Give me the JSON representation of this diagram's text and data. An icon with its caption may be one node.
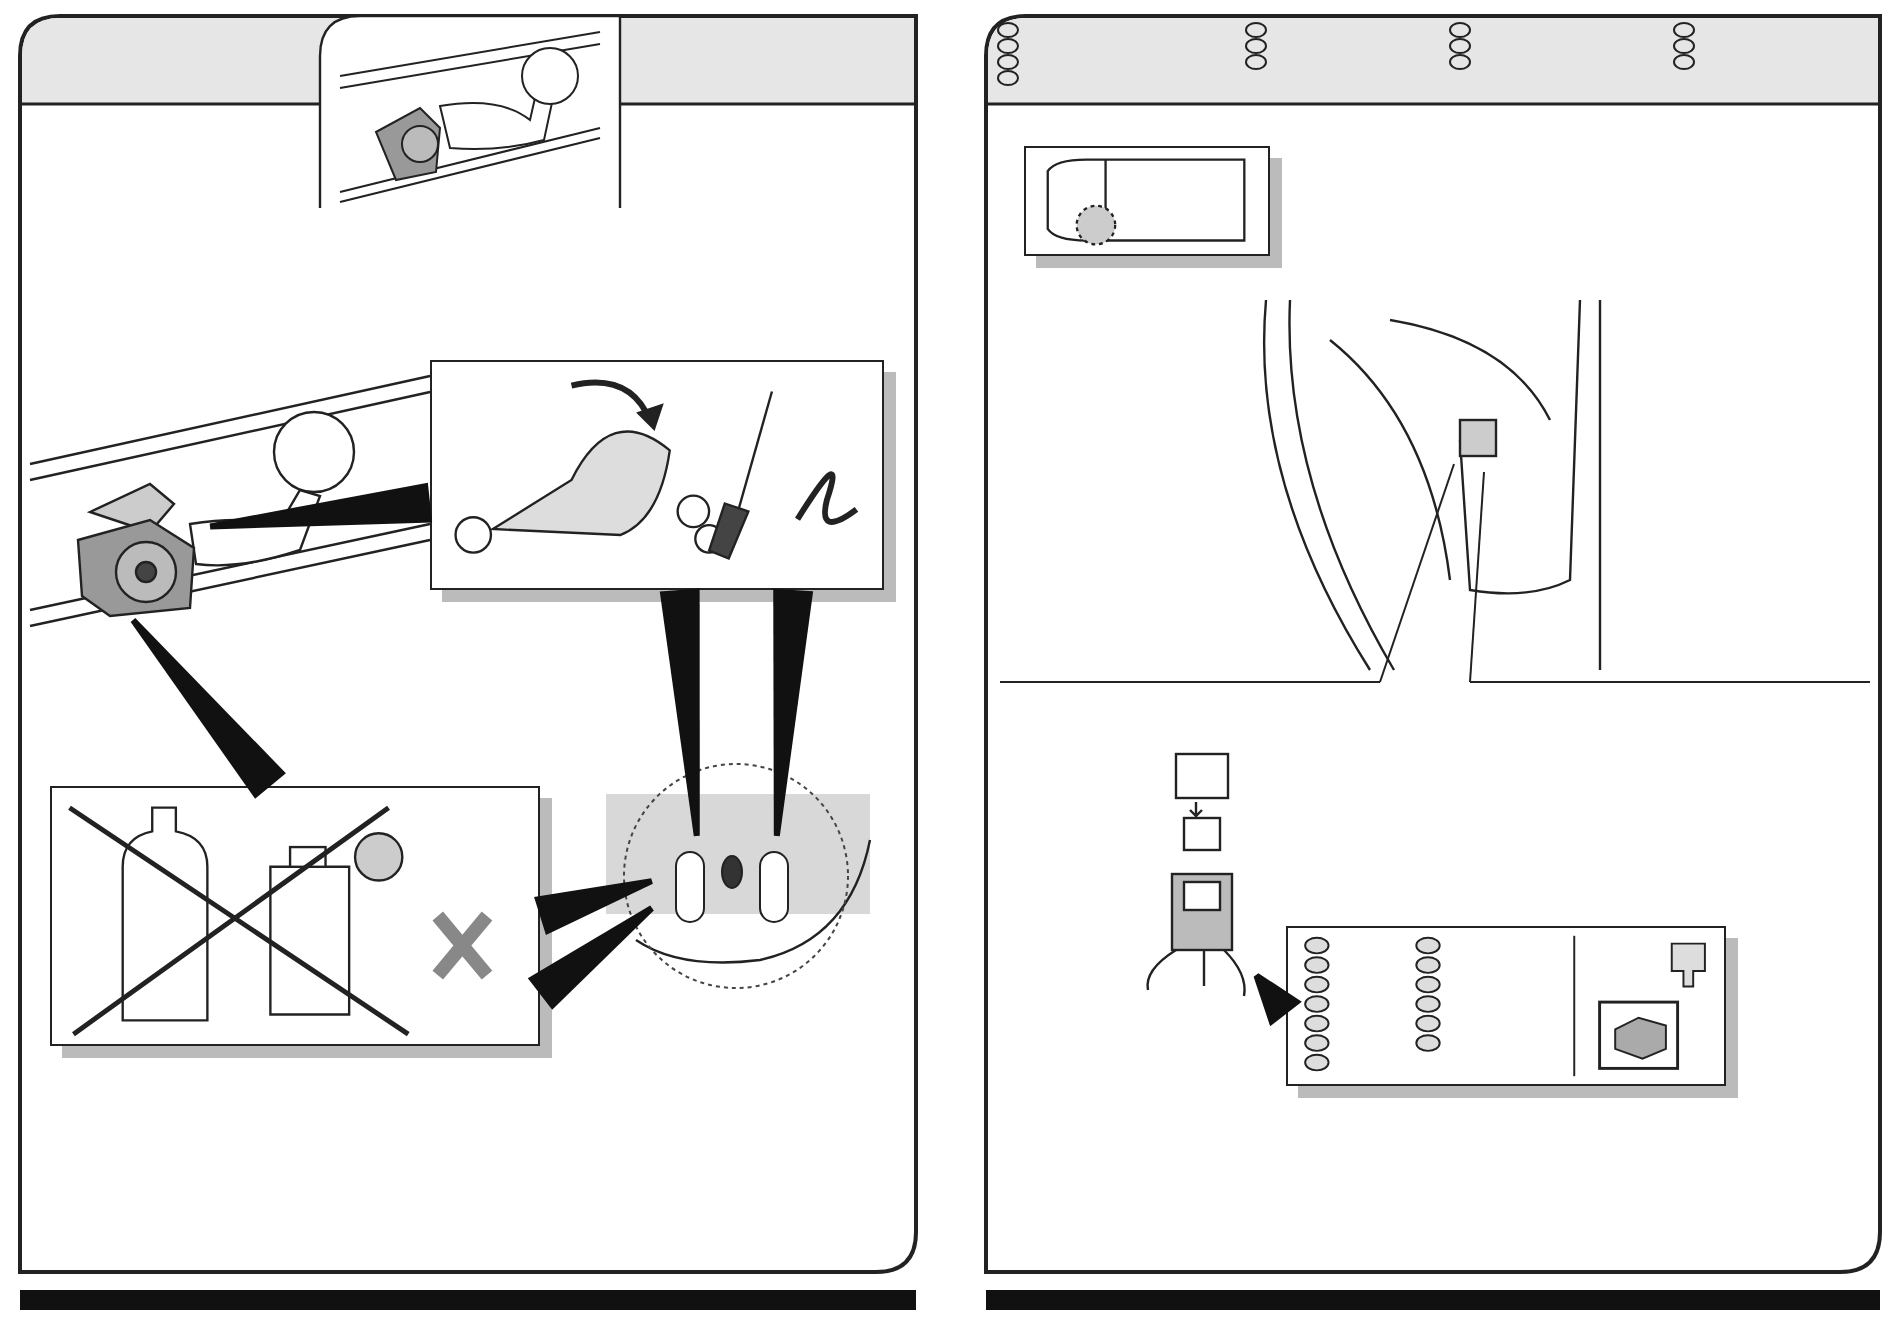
{
  "diagram": {
    "nodes": [
      {
        "text": [],
        "shape": "picture"
      },
      {
        "text": [],
        "shape": "picture"
      },
      {
        "text": [],
        "shape": "box"
      },
      {
        "text": [],
        "shape": "box"
      },
      {
        "text": [],
        "shape": "picture"
      },
      {
        "text": [],
        "shape": "box"
      },
      {
        "text": [],
        "shape": "picture"
      },
      {
        "text": [],
        "shape": "picture"
      },
      {
        "text": [],
        "shape": "box"
      }
    ],
    "edges": [
      {
        "from": 1,
        "to": 2,
        "arrow": "none"
      },
      {
        "from": 1,
        "to": 3,
        "arrow": "none"
      },
      {
        "from": 4,
        "to": 2,
        "arrow": "none"
      },
      {
        "from": 4,
        "to": 2,
        "arrow": "none"
      },
      {
        "from": 4,
        "to": 3,
        "arrow": "none"
      },
      {
        "from": 4,
        "to": 3,
        "arrow": "none"
      },
      {
        "from": 7,
        "to": 8,
        "arrow": "none"
      }
    ]
  }
}
